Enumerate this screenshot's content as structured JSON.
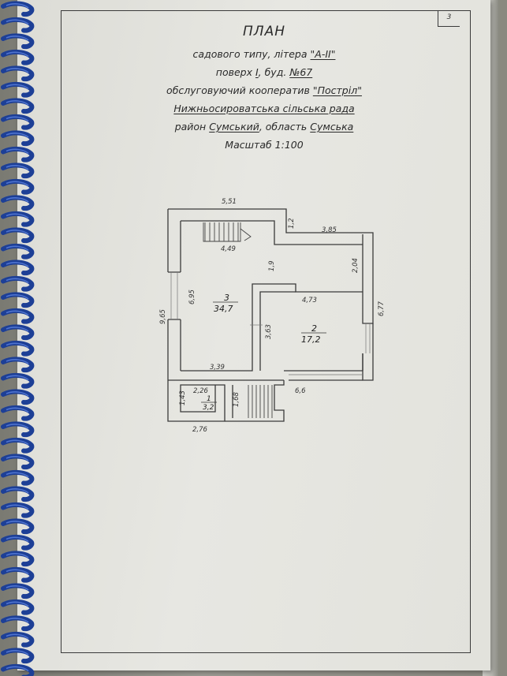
{
  "page_number": "3",
  "title": "ПЛАН",
  "lines": {
    "l1_prefix": "садового типу, літера",
    "l1_value": "\"А-ІІ\"",
    "l2_prefix": "поверх",
    "l2_floor": "І",
    "l2_mid": ", буд.",
    "l2_building": "№67",
    "l3_prefix": "обслуговуючий кооператив",
    "l3_value": "\"Постріл\"",
    "l4_value": "Нижньосироватська сільська рада",
    "l5_prefix": "район",
    "l5_district": "Сумський",
    "l5_mid": ", область",
    "l5_region": "Сумська",
    "l6_value": "Масштаб 1:100"
  },
  "plan": {
    "dims": {
      "top": "5,51",
      "step_v": "1,2",
      "right_top": "3,85",
      "stair_top": "4,49",
      "hall_v": "1,9",
      "right_v": "2,04",
      "left_inner": "6,95",
      "left_outer": "9,65",
      "room2_top": "4,73",
      "right_outer": "6,77",
      "room2_v": "3,63",
      "bottom_mid": "3,39",
      "bottom_right": "6,6",
      "porch_w": "2,26",
      "porch_h": "1,43",
      "porch_h2": "1,68",
      "bottom_outer": "2,76"
    },
    "rooms": [
      {
        "number": "3",
        "area": "34,7"
      },
      {
        "number": "2",
        "area": "17,2"
      },
      {
        "number": "1",
        "area": "3,2"
      }
    ]
  }
}
